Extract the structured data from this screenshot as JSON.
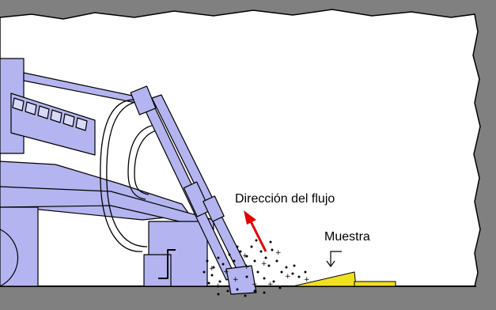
{
  "labels": {
    "flow_direction": "Dirección del flujo",
    "sample": "Muestra"
  },
  "colors": {
    "rock_frame": "#808080",
    "tunnel_interior": "#ffffff",
    "machine_fill": "#b4b4f0",
    "machine_outline": "#000000",
    "flow_arrow": "#e00000",
    "sample_wedge": "#f0e020"
  },
  "icons": {
    "flow_arrow": "red-arrow-up-left",
    "sample_pointer": "bent-arrow-down"
  }
}
